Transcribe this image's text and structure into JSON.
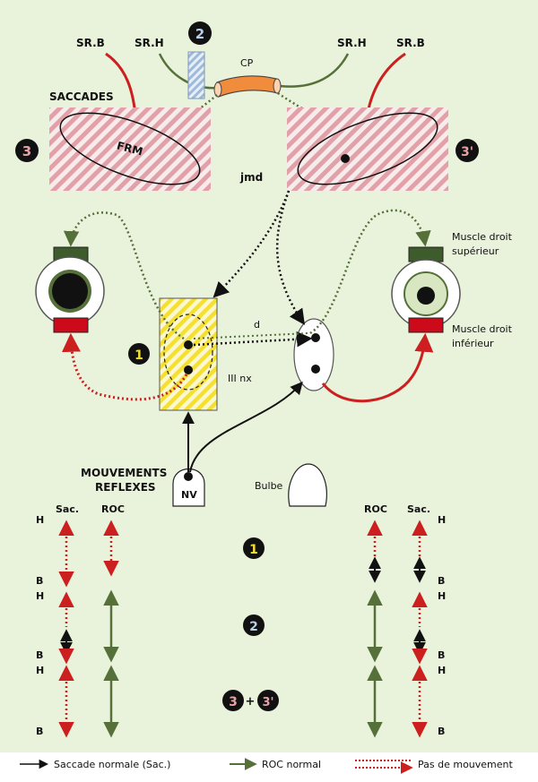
{
  "colors": {
    "background": "#e9f2db",
    "red": "#cc1f1f",
    "green": "#56703a",
    "orange": "#f08c3c",
    "hatch_red": "#e2a1a8",
    "yellow": "#f5e030",
    "dark_green_muscle": "#3e5b2c",
    "muscle_red": "#cc0a1a",
    "badge_blue": "#b9cfe6",
    "badge_pink": "#e7a2a6",
    "badge_yellow": "#f2df30"
  },
  "labels": {
    "sr_b_left": "SR.B",
    "sr_h_left": "SR.H",
    "sr_h_right": "SR.H",
    "sr_b_right": "SR.B",
    "cp": "CP",
    "saccades": "SACCADES",
    "frm": "FRM",
    "jmd": "jmd",
    "d": "d",
    "iii_nx": "III nx",
    "nv": "NV",
    "bulbe": "Bulbe",
    "muscle_sup_line1": "Muscle droit",
    "muscle_sup_line2": "supérieur",
    "muscle_inf_line1": "Muscle droit",
    "muscle_inf_line2": "inférieur",
    "mouvements_line1": "MOUVEMENTS",
    "mouvements_line2": "REFLEXES",
    "col_sac_left": "Sac.",
    "col_roc_left": "ROC",
    "col_roc_right": "ROC",
    "col_sac_right": "Sac.",
    "plus": "+"
  },
  "badges": {
    "b1": "1",
    "b2": "2",
    "b3": "3",
    "b3p": "3'",
    "row1": "1",
    "row2": "2",
    "row3a": "3",
    "row3b": "3'"
  },
  "letters": {
    "h": "H",
    "b": "B"
  },
  "legend": {
    "saccade_normale": "Saccade normale (Sac.)",
    "roc_normal": "ROC normal",
    "pas_de_mouvement": "Pas de mouvement"
  }
}
